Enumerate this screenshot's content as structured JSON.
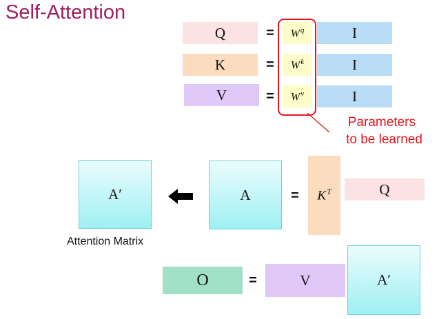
{
  "title": "Self-Attention",
  "symbols": {
    "q": "Q",
    "k": "K",
    "v": "V",
    "i": "I",
    "eq": "=",
    "wq_base": "W",
    "wq_sup": "q",
    "wk_base": "W",
    "wk_sup": "k",
    "wv_base": "W",
    "wv_sup": "v",
    "a": "A",
    "a_prime": "A′",
    "kt_base": "K",
    "kt_sup": "T",
    "o": "O"
  },
  "annotation": {
    "line1": "Parameters",
    "line2": "to be learned"
  },
  "caption": "Attention Matrix",
  "colors": {
    "title": "#9e1e5e",
    "q_fill": "#fde2e4",
    "k_fill": "#fbdcbf",
    "v_fill": "#e0c8f8",
    "i_fill": "#b9dcf7",
    "w_fill": "#fdfdc9",
    "o_fill": "#a2dfc7",
    "highlight": "#e3161d",
    "attention_box": "#9ff0f3"
  }
}
